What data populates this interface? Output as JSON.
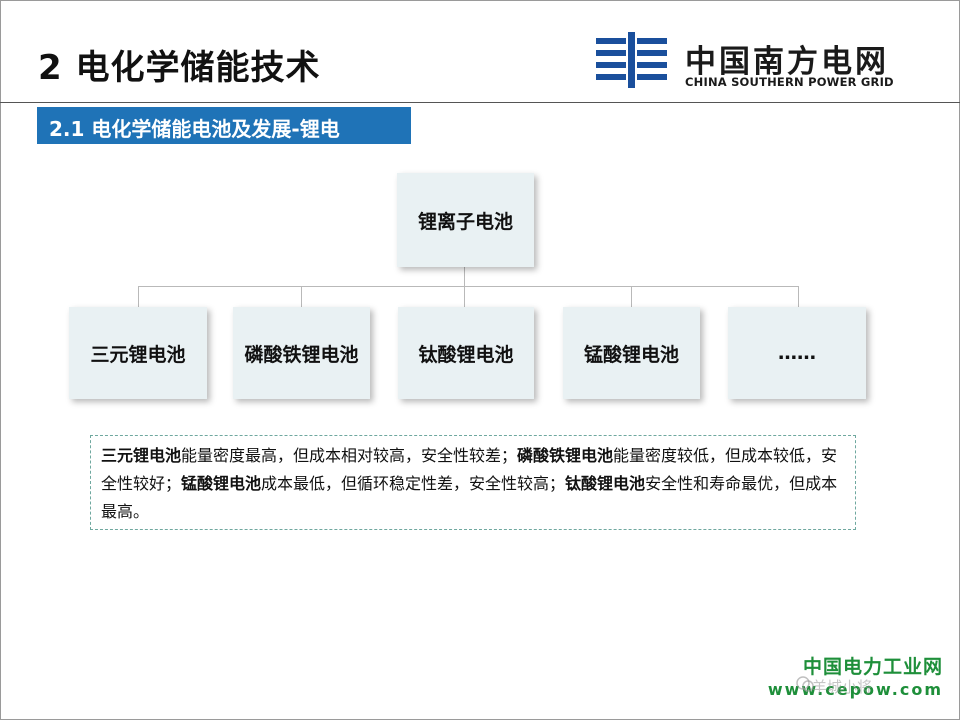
{
  "header": {
    "title": "2 电化学储能技术",
    "logo_cn": "中国南方电网",
    "logo_en": "CHINA SOUTHERN POWER GRID"
  },
  "section": {
    "subtitle": "2.1 电化学储能电池及发展-锂电"
  },
  "tree": {
    "root": "锂离子电池",
    "children": [
      "三元锂电池",
      "磷酸铁锂电池",
      "钛酸锂电池",
      "锰酸锂电池",
      "……"
    ]
  },
  "description": {
    "segments": [
      {
        "text": "三元锂电池",
        "bold": true
      },
      {
        "text": "能量密度最高，但成本相对较高，安全性较差；",
        "bold": false
      },
      {
        "text": "磷酸铁锂电池",
        "bold": true
      },
      {
        "text": "能量密度较低，但成本较低，安全性较好；",
        "bold": false
      },
      {
        "text": "锰酸锂电池",
        "bold": true
      },
      {
        "text": "成本最低，但循环稳定性差，安全性较高；",
        "bold": false
      },
      {
        "text": "钛酸锂电池",
        "bold": true
      },
      {
        "text": "安全性和寿命最优，但成本最高。",
        "bold": false
      }
    ]
  },
  "watermark": {
    "cn": "中国电力工业网",
    "url": "www.cepow.com",
    "overlay": "羊城小将"
  },
  "colors": {
    "accent": "#1f73b7",
    "box_fill": "#e9f1f3",
    "watermark_green": "#1e8f3a",
    "logo_blue": "#1a4f9c"
  }
}
